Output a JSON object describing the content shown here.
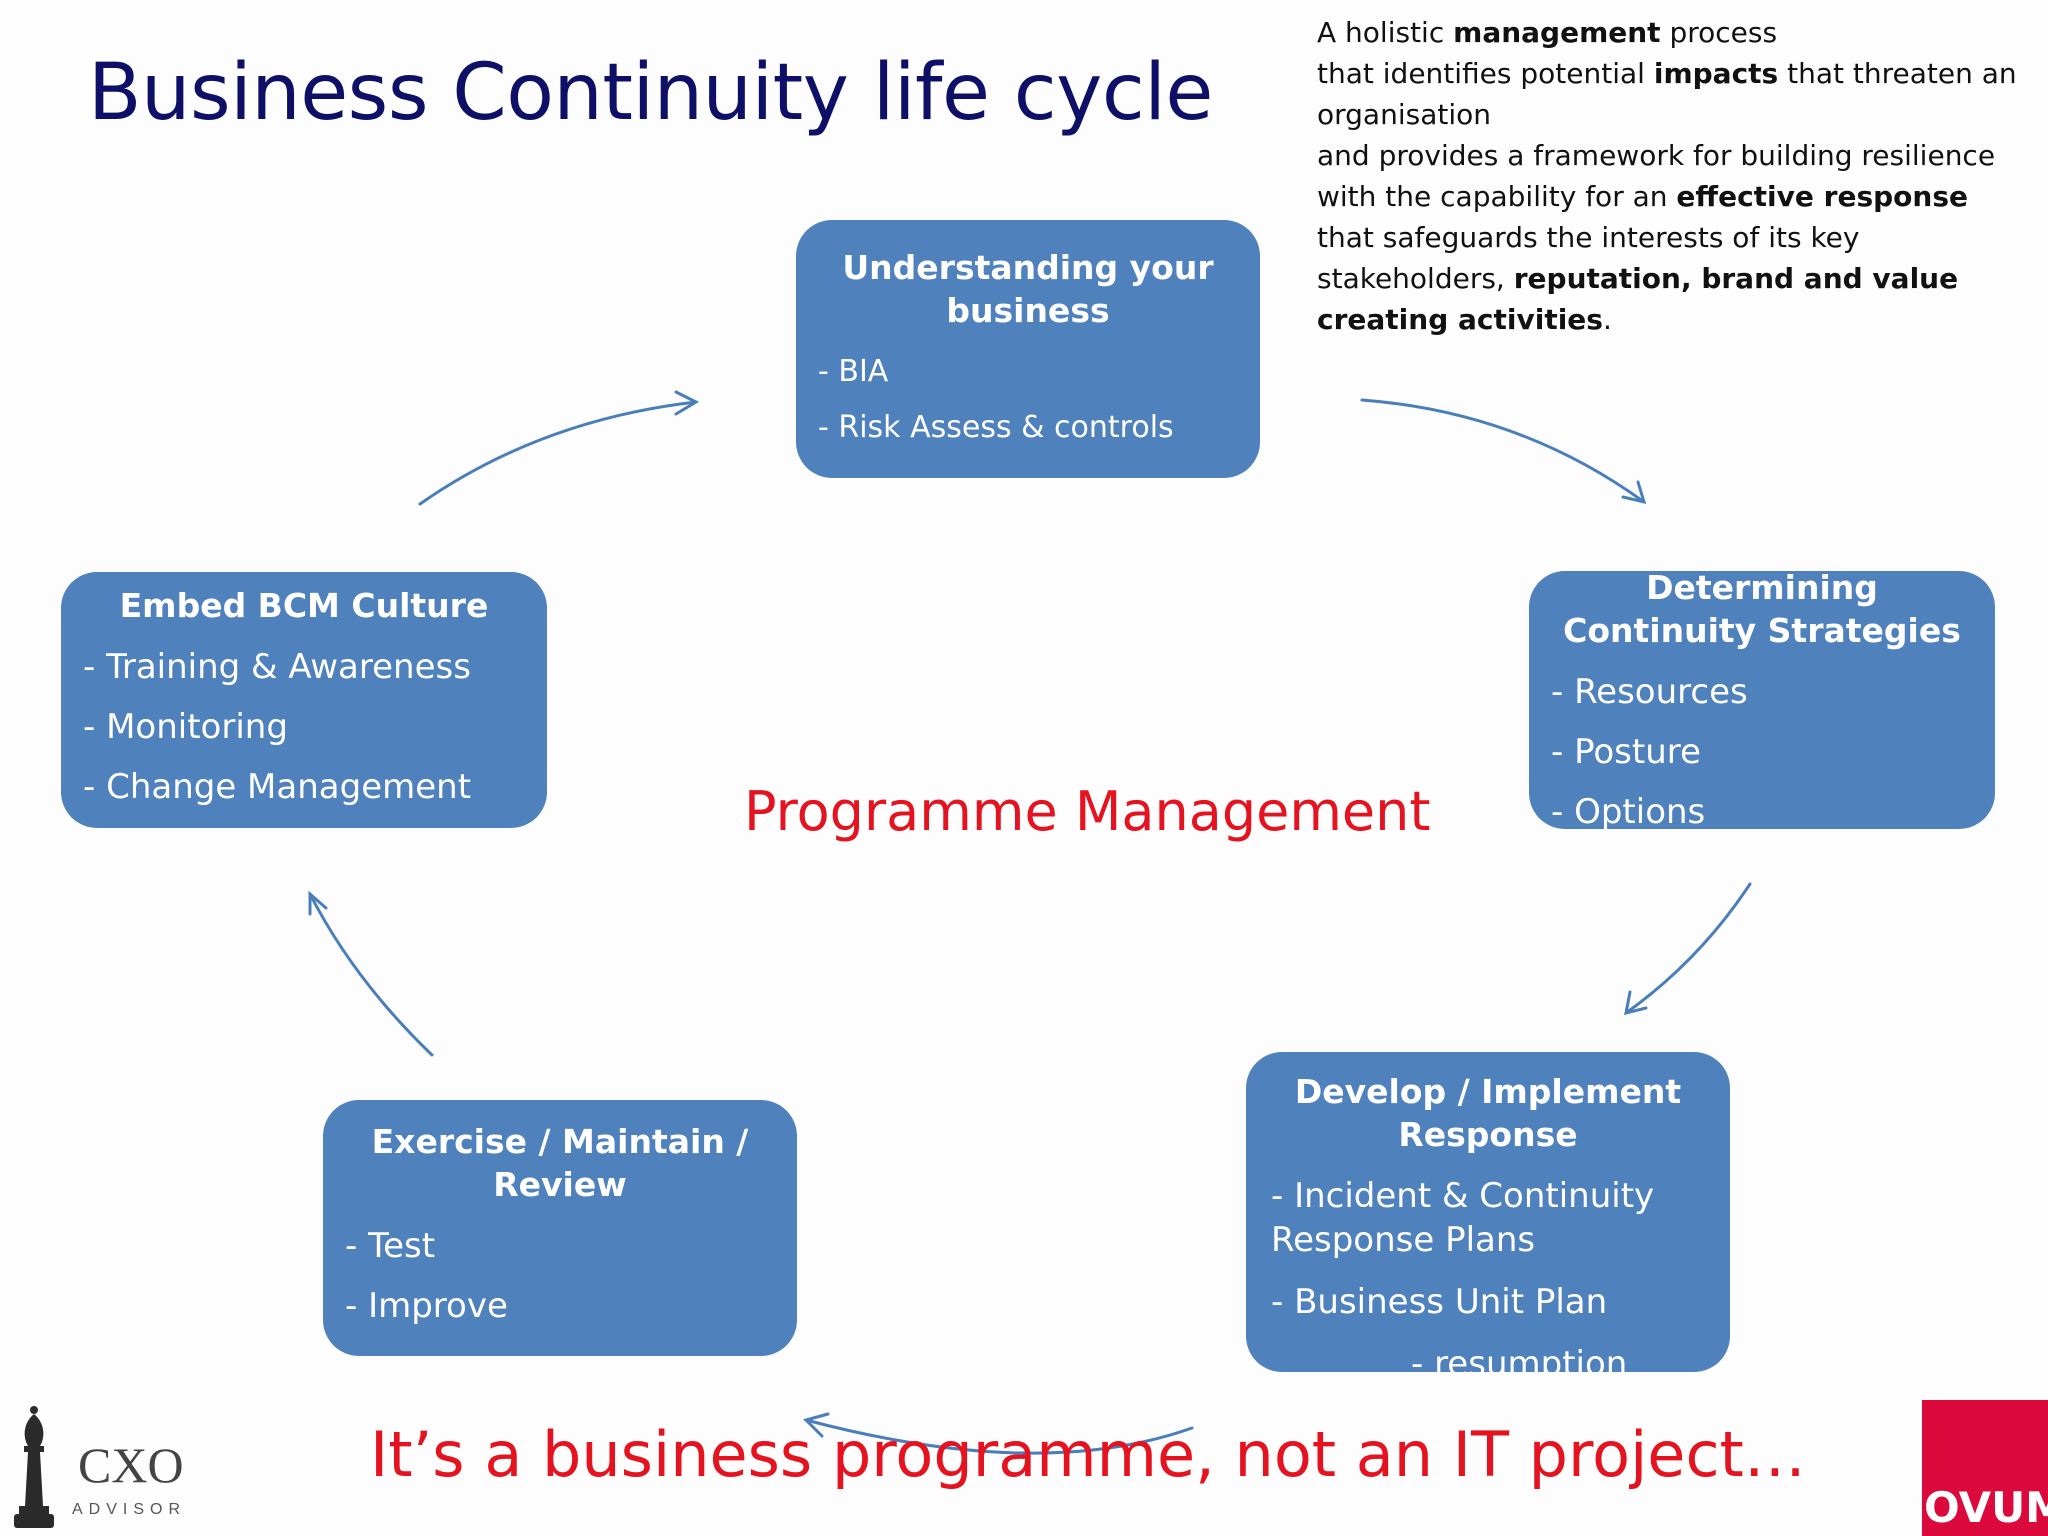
{
  "title": "Business Continuity life cycle",
  "intro": {
    "line1_pre": "A holistic ",
    "line1_bold": "management",
    "line1_post": " process",
    "line2_pre": "that identifies potential ",
    "line2_bold": "impacts",
    "line2_post": " that threaten an organisation",
    "line3": "and provides a framework for building resilience",
    "line4_pre": "with the capability for an ",
    "line4_bold": "effective response",
    "line5": "that safeguards the interests of its key",
    "line6_pre": "stakeholders, ",
    "line6_bold": "reputation, brand and value creating activities",
    "line6_post": "."
  },
  "boxes": {
    "understanding": {
      "title": "Understanding your business",
      "items": [
        "- BIA",
        "- Risk Assess & controls"
      ]
    },
    "strategies": {
      "title": "Determining  Continuity Strategies",
      "items": [
        "- Resources",
        "- Posture",
        "- Options"
      ]
    },
    "develop": {
      "title": "Develop / Implement Response",
      "items": [
        "- Incident & Continuity Response Plans",
        "- Business Unit Plan",
        "- resumption"
      ]
    },
    "exercise": {
      "title": "Exercise / Maintain / Review",
      "items": [
        "- Test",
        "- Improve"
      ]
    },
    "embed": {
      "title": "Embed BCM Culture",
      "items": [
        "- Training & Awareness",
        "- Monitoring",
        "- Change Management"
      ]
    }
  },
  "center_label": "Programme Management",
  "bottom_label": "It’s a business programme, not an IT project…",
  "logos": {
    "cxo_text": "CXO",
    "cxo_sub": "ADVISOR",
    "ovum_text": "OVUM"
  },
  "colors": {
    "box": "#4f81bd",
    "title": "#0d1066",
    "accent_red": "#e5131f",
    "arrow": "#4a7ebb",
    "ovum_red": "#dc0a3c"
  }
}
